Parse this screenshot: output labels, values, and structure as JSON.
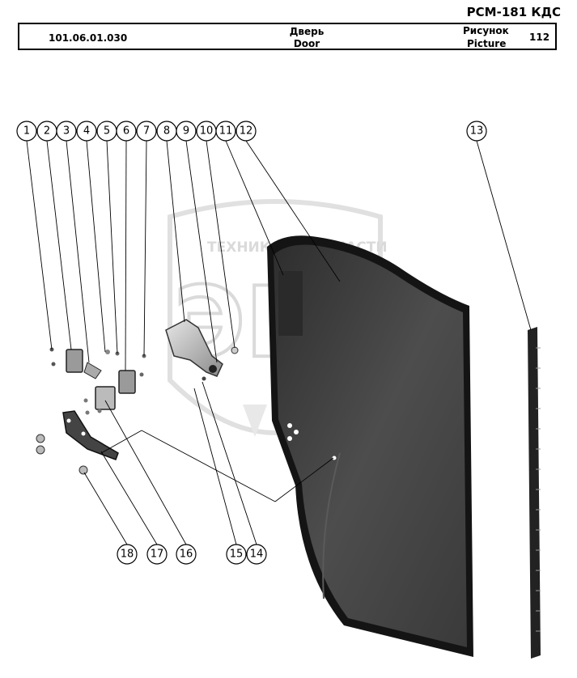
{
  "header": {
    "model": "РСМ-181 КДС",
    "part_number": "101.06.01.030",
    "title_ru": "Дверь",
    "title_en": "Door",
    "picture_ru": "Рисунок",
    "picture_en": "Picture",
    "picture_number": "112"
  },
  "watermark": {
    "text": "ТЕХНИКА И ЗАПЧАСТИ",
    "logo": "ЭПФ"
  },
  "callouts": [
    "1",
    "2",
    "3",
    "4",
    "5",
    "6",
    "7",
    "8",
    "9",
    "10",
    "11",
    "12",
    "13",
    "14",
    "15",
    "16",
    "17",
    "18"
  ],
  "colors": {
    "line": "#000000",
    "glass": "#3a3a3a",
    "seal": "#1e1e1e",
    "watermark": "#c8c8c8"
  }
}
